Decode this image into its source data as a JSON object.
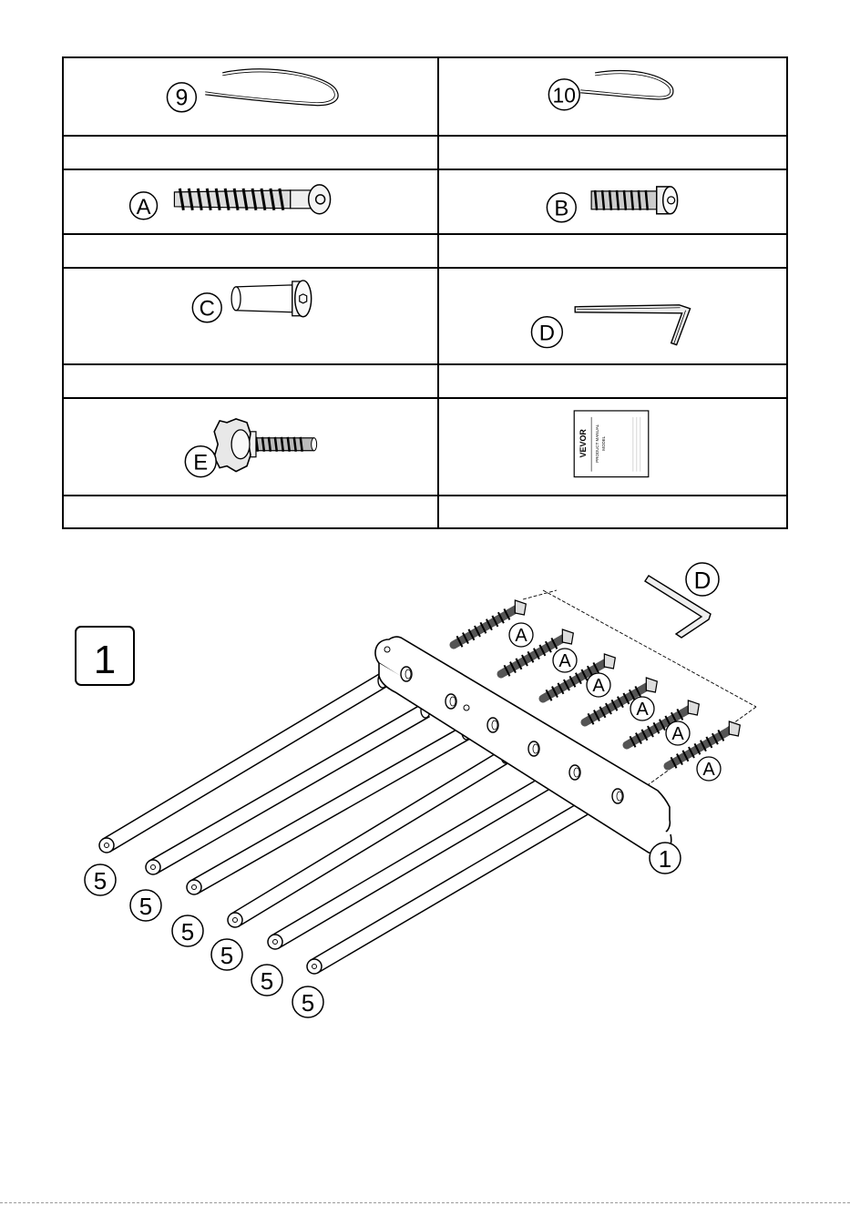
{
  "parts": [
    {
      "label": "9",
      "name": "",
      "qty": ""
    },
    {
      "label": "10",
      "name": "",
      "qty": ""
    },
    {
      "label": "A",
      "name": "",
      "qty": ""
    },
    {
      "label": "B",
      "name": "",
      "qty": ""
    },
    {
      "label": "C",
      "name": "",
      "qty": ""
    },
    {
      "label": "D",
      "name": "",
      "qty": ""
    },
    {
      "label": "E",
      "name": "",
      "qty": ""
    },
    {
      "label": "",
      "name": "",
      "qty": ""
    }
  ],
  "manual": {
    "brand": "VEVOR",
    "line1": "PRODUCT MANUAL",
    "line2": "MODEL"
  },
  "step": {
    "number": "1",
    "board_label": "1",
    "rod_label": "5",
    "anchor_label": "A",
    "wrench_label": "D"
  }
}
